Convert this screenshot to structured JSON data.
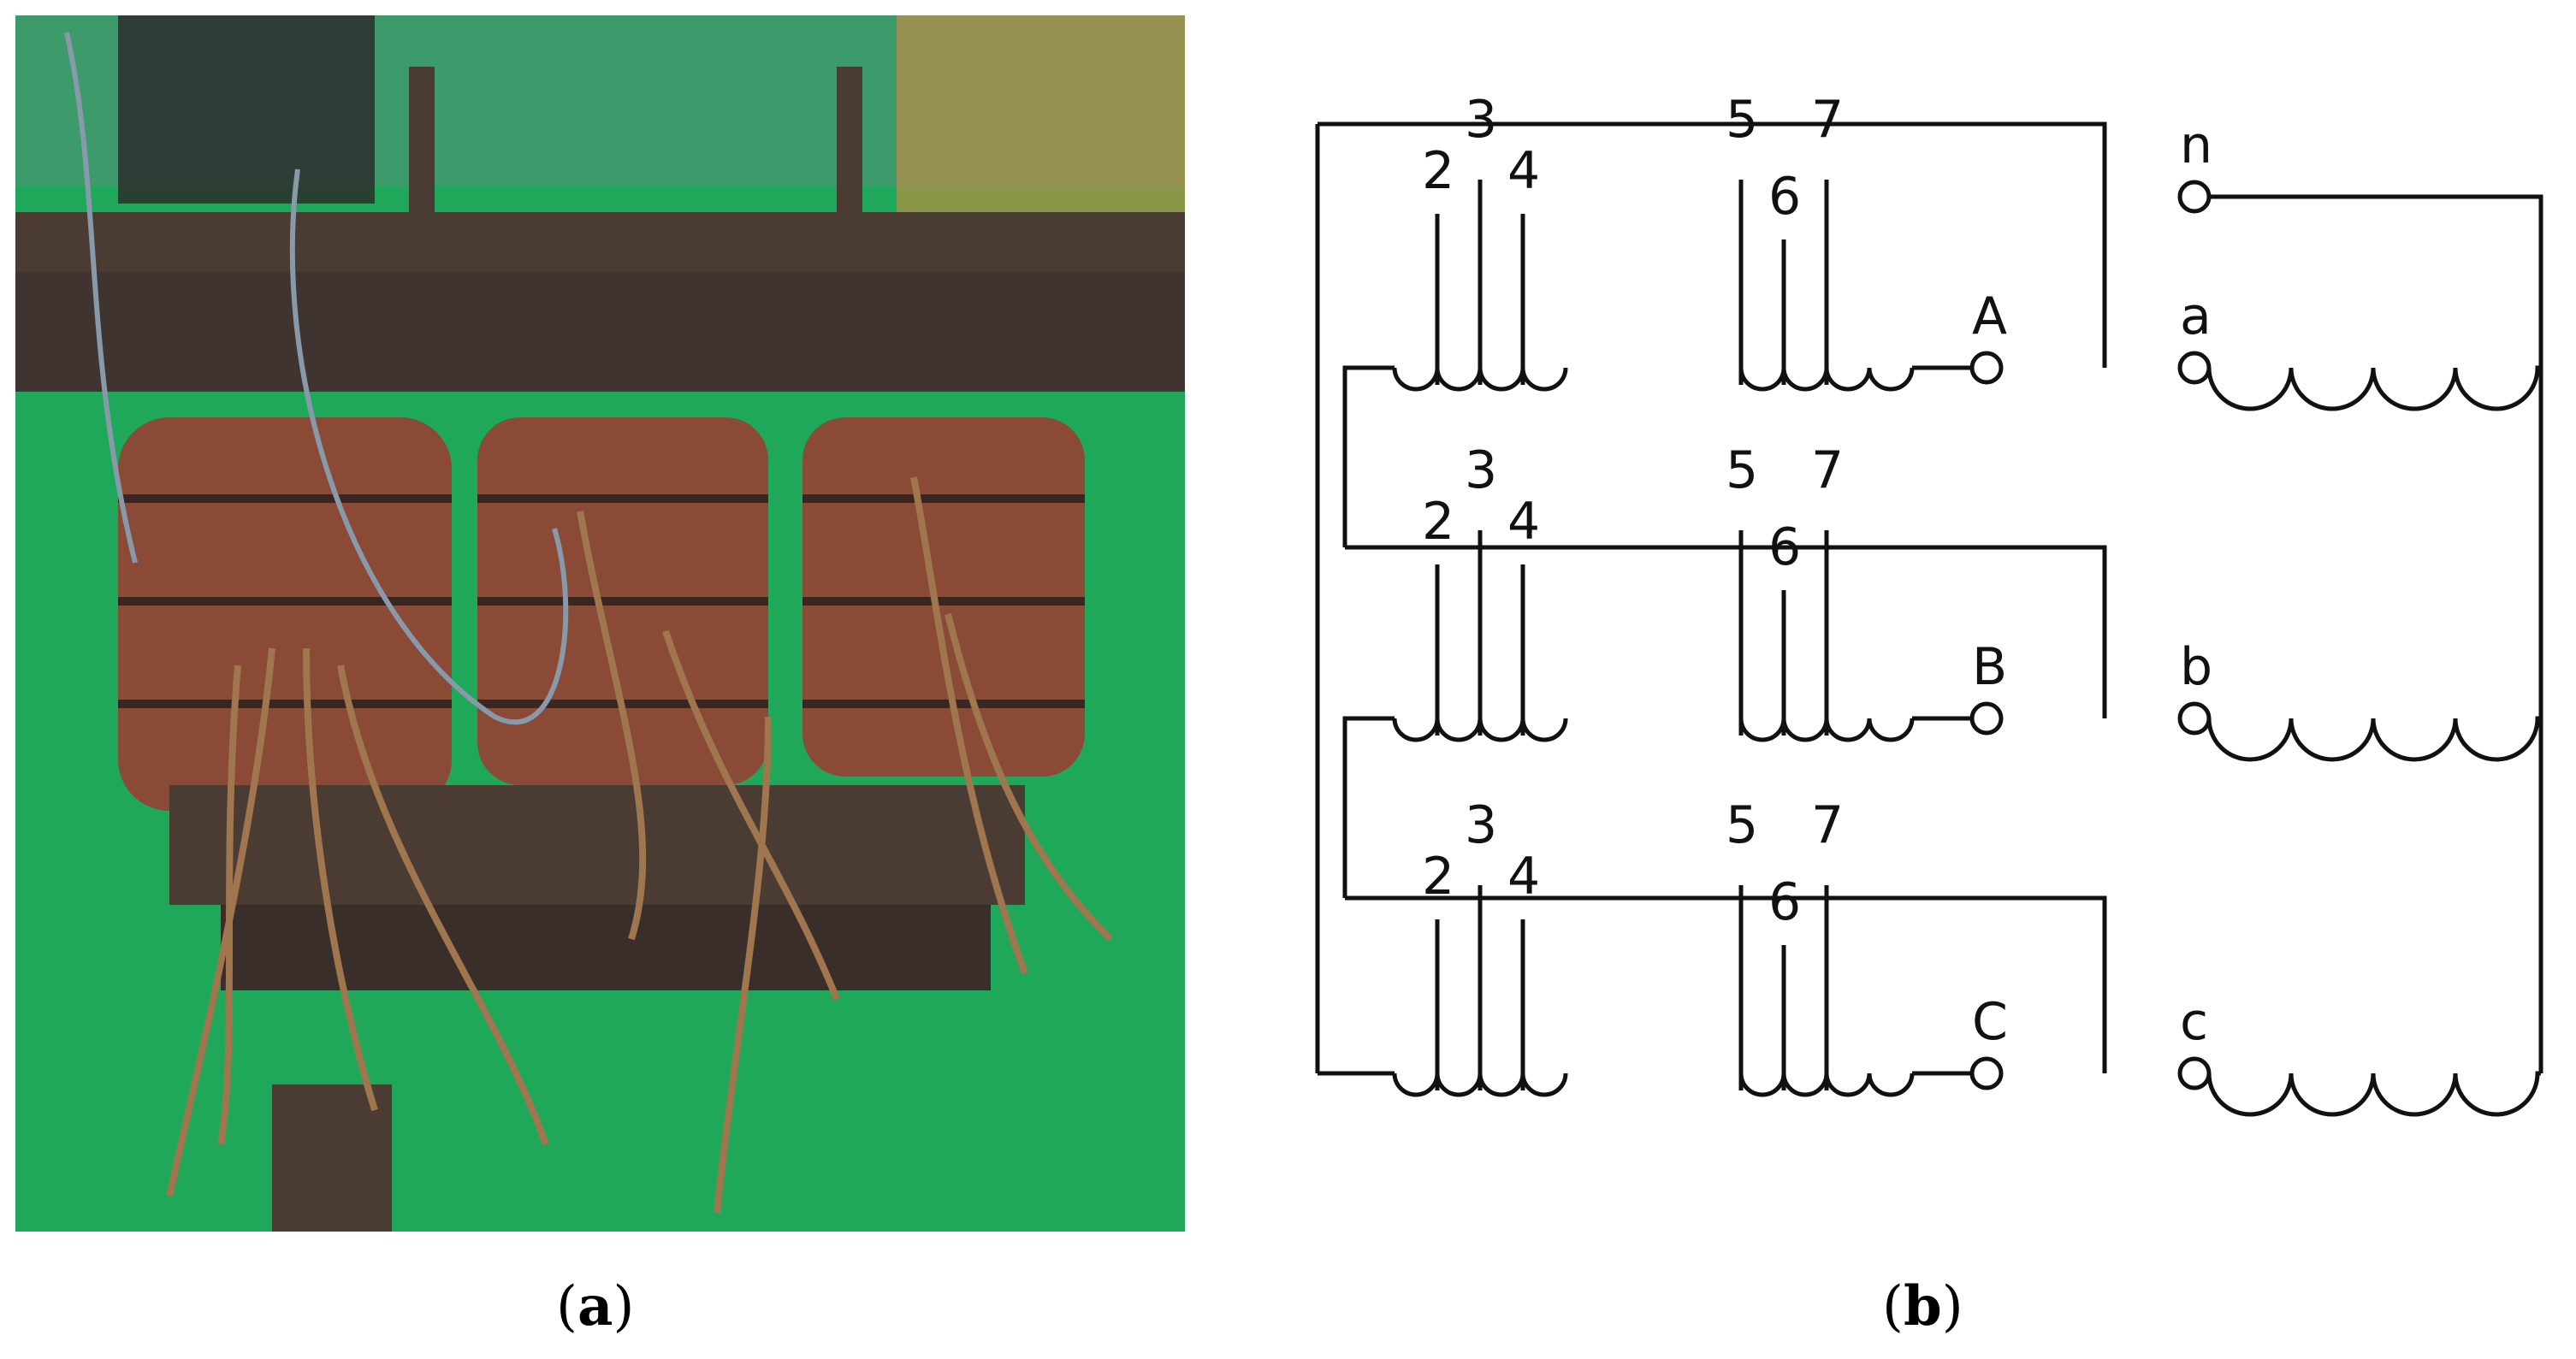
{
  "captions": {
    "a": "a",
    "b": "b"
  },
  "diagram": {
    "phases": [
      {
        "primary": "A",
        "secondary": "a",
        "taps": [
          "2",
          "3",
          "4",
          "5",
          "6",
          "7"
        ]
      },
      {
        "primary": "B",
        "secondary": "b",
        "taps": [
          "2",
          "3",
          "4",
          "5",
          "6",
          "7"
        ]
      },
      {
        "primary": "C",
        "secondary": "c",
        "taps": [
          "2",
          "3",
          "4",
          "5",
          "6",
          "7"
        ]
      }
    ],
    "neutral": "n"
  },
  "colors": {
    "floor": "#1fa85a",
    "core": "#4a3b33",
    "coil": "#8a4a36",
    "wire": "#a0764e",
    "line": "#111111"
  }
}
